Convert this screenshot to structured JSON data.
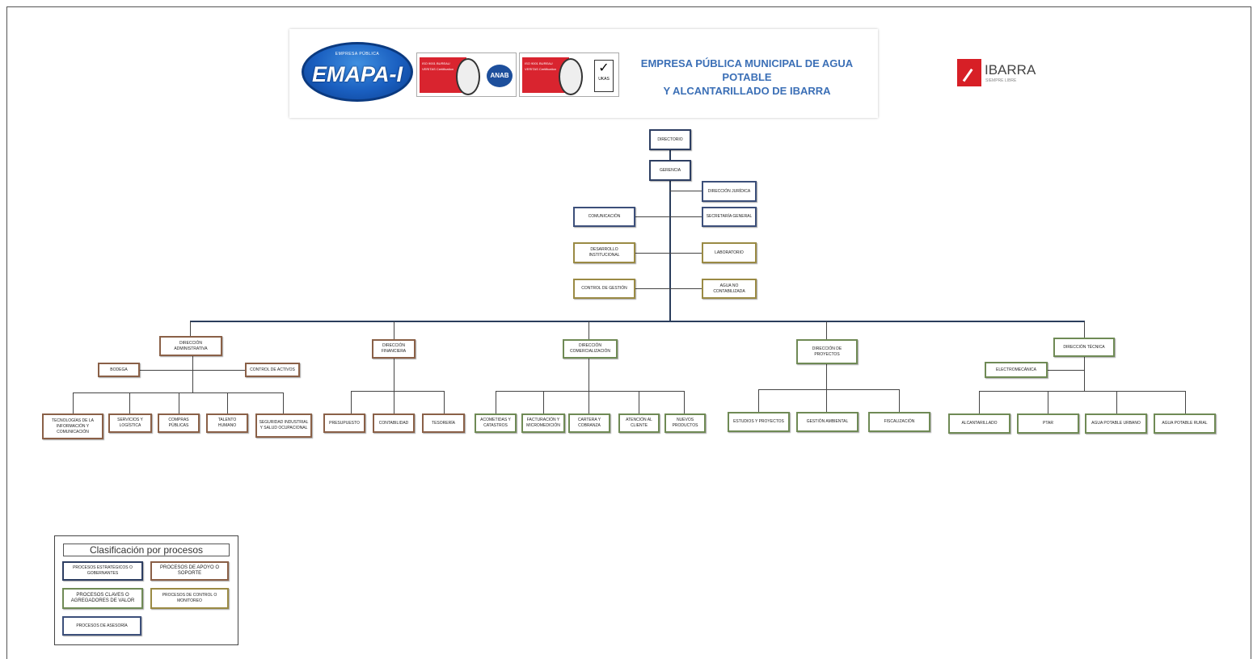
{
  "header": {
    "emapa_logo_top": "EMPRESA PÚBLICA",
    "emapa_logo_text": "EMAPA-I",
    "cert1_text": "ISO 9001 BUREAU VERITAS Certification",
    "cert1_badge": "ANAB",
    "cert2_text": "ISO 9001 BUREAU VERITAS Certification",
    "cert2_badge": "UKAS",
    "company_title_line1": "EMPRESA PÚBLICA  MUNICIPAL  DE AGUA POTABLE",
    "company_title_line2": "Y ALCANTARILLADO DE IBARRA",
    "ibarra_word": "IBARRA",
    "ibarra_sub": "SIEMPRE LIBRE"
  },
  "org": {
    "directorio": "DIRECTORIO",
    "gerencia": "GERENCIA",
    "direccion_juridica": "DIRECCIÓN JURÍDICA",
    "comunicacion": "COMUNICACIÓN",
    "secretaria_general": "SECRETARÍA  GENERAL",
    "desarrollo_institucional": "DESARROLLO INSTITUCIONAL",
    "laboratorio": "LABORATORIO",
    "control_gestion": "CONTROL DE GESTIÓN",
    "agua_no_contabilizada": "AGUA NO CONTABILIZADA",
    "dir_administrativa": "DIRECCIÓN ADMINISTRATIVA",
    "bodega": "BODEGA",
    "control_activos": "CONTROL DE ACTIVOS",
    "tecnologias": "TECNOLOGÍAS  DE LA INFORMACIÓN  Y COMUNICACIÓN",
    "servicios_logistica": "SERVICIOS Y LOGÍSTICA",
    "compras_publicas": "COMPRAS PÚBLICAS",
    "talento_humano": "TALENTO HUMANO",
    "seguridad_industrial": "SEGURIDAD INDUSTRIAL Y SALUD OCUPACIONAL",
    "dir_financiera": "DIRECCIÓN FINANCIERA",
    "presupuesto": "PRESUPUESTO",
    "contabilidad": "CONTABILIDAD",
    "tesoreria": "TESORERÍA",
    "dir_comercializacion": "DIRECCIÓN COMERCIALIZACIÓN",
    "acometidas_catastros": "ACOMETIDAS Y CATASTROS",
    "facturacion": "FACTURACIÓN Y MICROMEDICIÓN",
    "cartera_cobranza": "CARTERA Y COBRANZA",
    "atencion_cliente": "ATENCIÓN AL CLIENTE",
    "nuevos_productos": "NUEVOS PRODUCTOS",
    "dir_proyectos": "DIRECCIÓN DE PROYECTOS",
    "estudios_proyectos": "ESTUDIOS Y PROYECTOS",
    "gestion_ambiental": "GESTIÓN AMBIENTAL",
    "fiscalizacion": "FISCALIZACIÓN",
    "dir_tecnica": "DIRECCIÓN TÉCNICA",
    "electromecanica": "ELECTROMECÁNICA",
    "alcantarillado": "ALCANTARILLADO",
    "ptar": "PTAR",
    "agua_urbano": "AGUA POTABLE URBANO",
    "agua_rural": "AGUA POTABLE RURAL"
  },
  "legend": {
    "title": "Clasificación por procesos",
    "strategic": "PROCESOS ESTRATÉGICOS O GOBERNANTES",
    "support": "PROCESOS DE APOYO  O SOPORTE",
    "value": "PROCESOS CLAVES O AGREGADORES DE VALOR",
    "control": "PROCESOS DE CONTROL O MONITOREO",
    "advice": "PROCESOS DE ASESORÍA"
  },
  "colors": {
    "strategic": "#2d3e62",
    "value": "#6f8a55",
    "support": "#8a6047",
    "control": "#9a8a44",
    "advice": "#3c4f7a",
    "title_blue": "#3b6fb6"
  }
}
